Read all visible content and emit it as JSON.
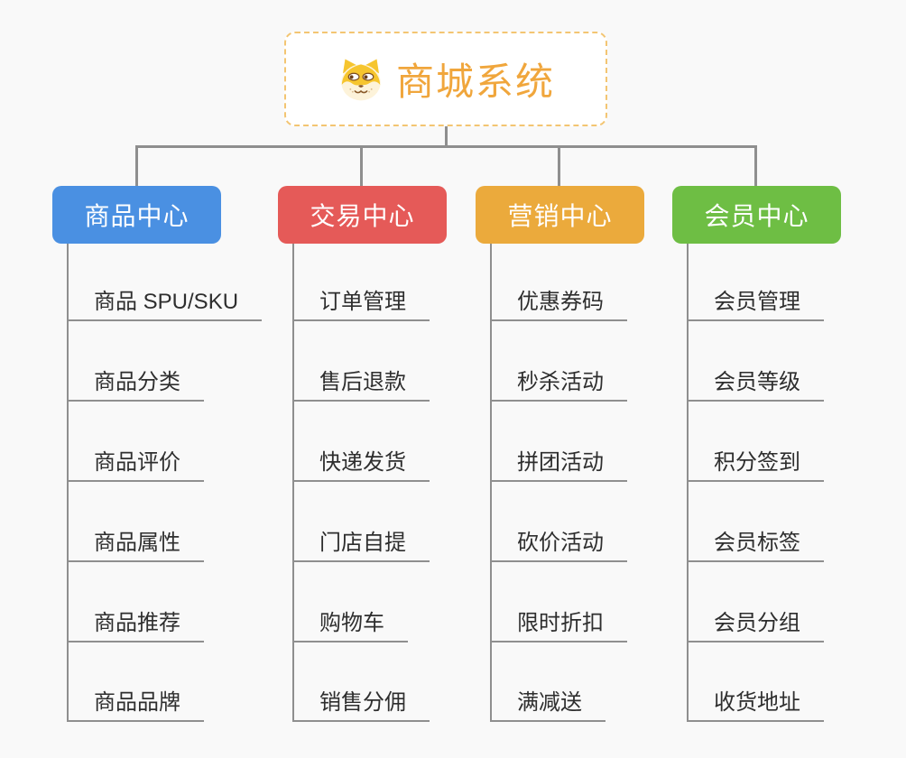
{
  "root": {
    "title": "商城系统",
    "icon": "shiba-dog-icon",
    "title_color": "#f0a63c",
    "border_color": "#f3c572"
  },
  "connector_color": "#8f8f8f",
  "branches": [
    {
      "key": "product-center",
      "label": "商品中心",
      "color": "#4a90e2",
      "items": [
        "商品 SPU/SKU",
        "商品分类",
        "商品评价",
        "商品属性",
        "商品推荐",
        "商品品牌"
      ]
    },
    {
      "key": "trade-center",
      "label": "交易中心",
      "color": "#e55a58",
      "items": [
        "订单管理",
        "售后退款",
        "快递发货",
        "门店自提",
        "购物车",
        "销售分佣"
      ]
    },
    {
      "key": "marketing-center",
      "label": "营销中心",
      "color": "#ebaa3c",
      "items": [
        "优惠券码",
        "秒杀活动",
        "拼团活动",
        "砍价活动",
        "限时折扣",
        "满减送"
      ]
    },
    {
      "key": "member-center",
      "label": "会员中心",
      "color": "#6ebe44",
      "items": [
        "会员管理",
        "会员等级",
        "积分签到",
        "会员标签",
        "会员分组",
        "收货地址"
      ]
    }
  ]
}
